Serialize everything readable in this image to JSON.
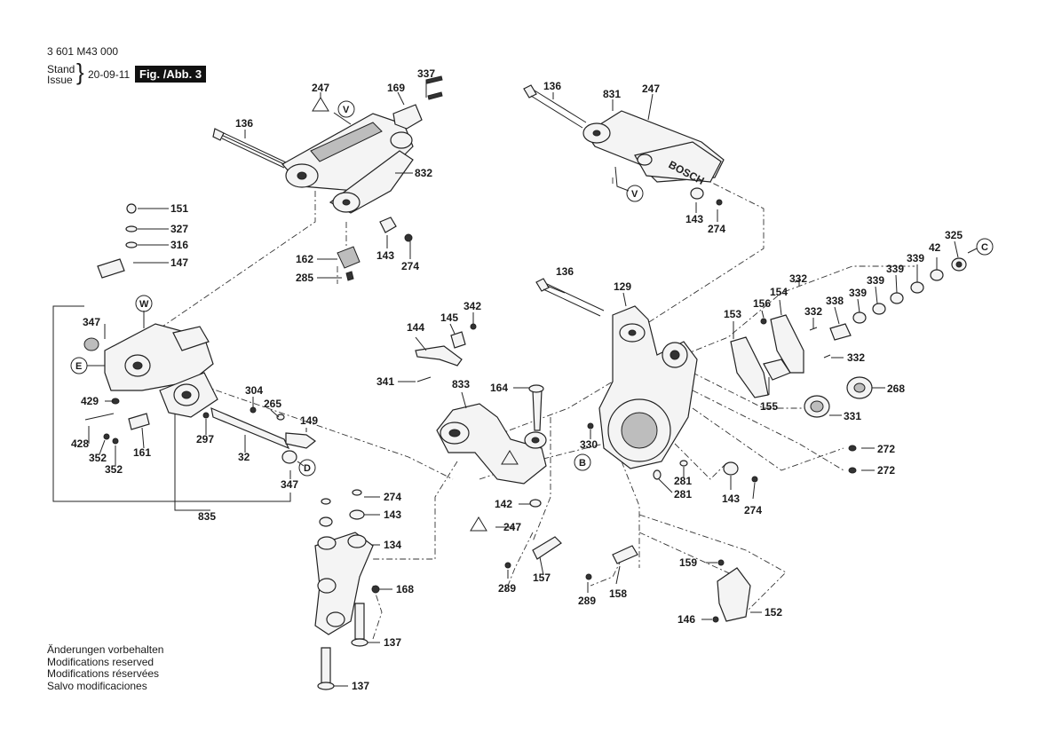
{
  "header": {
    "doc_number": "3 601 M43 000",
    "stand": "Stand",
    "issue": "Issue",
    "date": "20-09-11",
    "figure": "Fig. /Abb. 3"
  },
  "notes": [
    "Änderungen vorbehalten",
    "Modifications reserved",
    "Modifications réservées",
    "Salvo modificaciones"
  ],
  "callouts": [
    "136",
    "247",
    "V",
    "169",
    "337",
    "832",
    "151",
    "327",
    "316",
    "147",
    "162",
    "143",
    "274",
    "285",
    "136",
    "831",
    "247",
    "V",
    "143",
    "274",
    "347",
    "W",
    "E",
    "429",
    "428",
    "352",
    "352",
    "161",
    "297",
    "304",
    "265",
    "149",
    "32",
    "D",
    "347",
    "835",
    "144",
    "145",
    "342",
    "341",
    "833",
    "164",
    "330",
    "B",
    "142",
    "247",
    "136",
    "129",
    "281",
    "281",
    "143",
    "274",
    "272",
    "272",
    "268",
    "331",
    "153",
    "156",
    "154",
    "155",
    "332",
    "332",
    "338",
    "339",
    "339",
    "339",
    "339",
    "42",
    "325",
    "C",
    "332",
    "274",
    "143",
    "134",
    "168",
    "137",
    "137",
    "289",
    "157",
    "289",
    "158",
    "159",
    "146",
    "152"
  ]
}
